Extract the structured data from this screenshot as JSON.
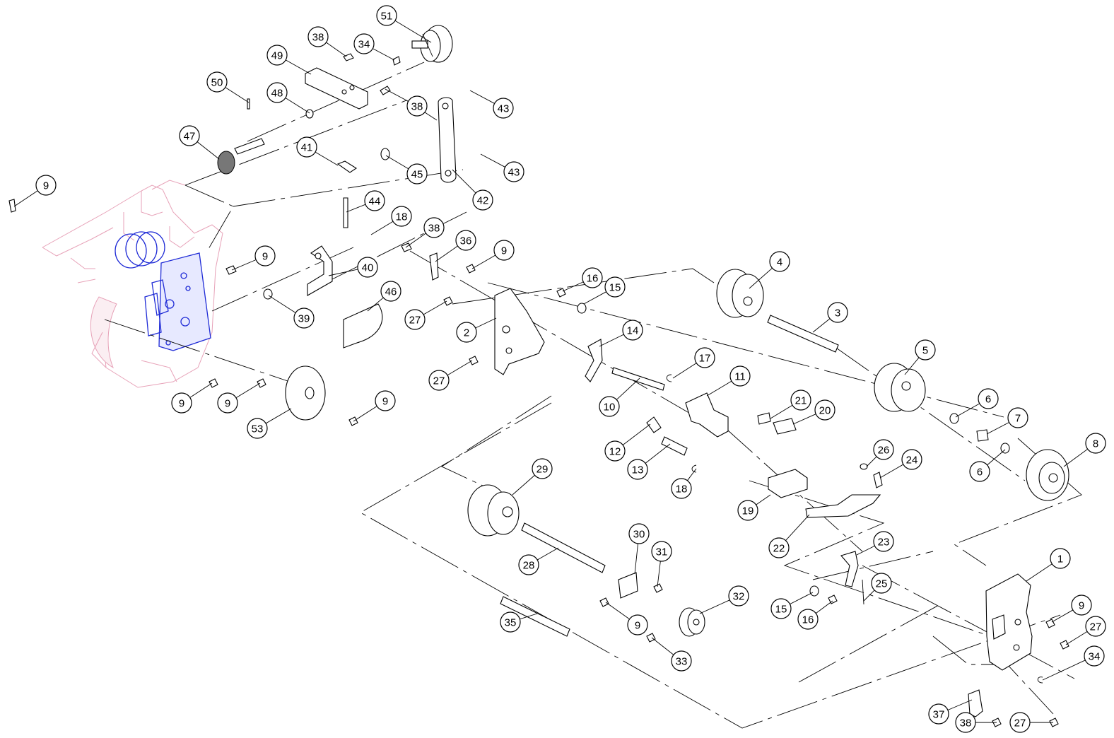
{
  "callouts": [
    {
      "id": "c51",
      "label": "51"
    },
    {
      "id": "c38a",
      "label": "38"
    },
    {
      "id": "c34a",
      "label": "34"
    },
    {
      "id": "c49",
      "label": "49"
    },
    {
      "id": "c50",
      "label": "50"
    },
    {
      "id": "c48",
      "label": "48"
    },
    {
      "id": "c38b",
      "label": "38"
    },
    {
      "id": "c43a",
      "label": "43"
    },
    {
      "id": "c47",
      "label": "47"
    },
    {
      "id": "c41",
      "label": "41"
    },
    {
      "id": "c45",
      "label": "45"
    },
    {
      "id": "c43b",
      "label": "43"
    },
    {
      "id": "c42",
      "label": "42"
    },
    {
      "id": "c9a",
      "label": "9"
    },
    {
      "id": "c44",
      "label": "44"
    },
    {
      "id": "c18a",
      "label": "18"
    },
    {
      "id": "c38c",
      "label": "38"
    },
    {
      "id": "c36",
      "label": "36"
    },
    {
      "id": "c9b",
      "label": "9"
    },
    {
      "id": "c9c",
      "label": "9"
    },
    {
      "id": "c40",
      "label": "40"
    },
    {
      "id": "c39",
      "label": "39"
    },
    {
      "id": "c46",
      "label": "46"
    },
    {
      "id": "c16a",
      "label": "16"
    },
    {
      "id": "c15a",
      "label": "15"
    },
    {
      "id": "c4",
      "label": "4"
    },
    {
      "id": "c3",
      "label": "3"
    },
    {
      "id": "c27a",
      "label": "27"
    },
    {
      "id": "c2",
      "label": "2"
    },
    {
      "id": "c14",
      "label": "14"
    },
    {
      "id": "c5",
      "label": "5"
    },
    {
      "id": "c27b",
      "label": "27"
    },
    {
      "id": "c17",
      "label": "17"
    },
    {
      "id": "c11",
      "label": "11"
    },
    {
      "id": "c10",
      "label": "10"
    },
    {
      "id": "c9d",
      "label": "9"
    },
    {
      "id": "c9e",
      "label": "9"
    },
    {
      "id": "c9f",
      "label": "9"
    },
    {
      "id": "c53",
      "label": "53"
    },
    {
      "id": "c21",
      "label": "21"
    },
    {
      "id": "c20",
      "label": "20"
    },
    {
      "id": "c6a",
      "label": "6"
    },
    {
      "id": "c7",
      "label": "7"
    },
    {
      "id": "c8",
      "label": "8"
    },
    {
      "id": "c6b",
      "label": "6"
    },
    {
      "id": "c12",
      "label": "12"
    },
    {
      "id": "c13",
      "label": "13"
    },
    {
      "id": "c26",
      "label": "26"
    },
    {
      "id": "c24",
      "label": "24"
    },
    {
      "id": "c18b",
      "label": "18"
    },
    {
      "id": "c29",
      "label": "29"
    },
    {
      "id": "c19",
      "label": "19"
    },
    {
      "id": "c22",
      "label": "22"
    },
    {
      "id": "c23",
      "label": "23"
    },
    {
      "id": "c30",
      "label": "30"
    },
    {
      "id": "c31",
      "label": "31"
    },
    {
      "id": "c28",
      "label": "28"
    },
    {
      "id": "c1",
      "label": "1"
    },
    {
      "id": "c32",
      "label": "32"
    },
    {
      "id": "c25",
      "label": "25"
    },
    {
      "id": "c15b",
      "label": "15"
    },
    {
      "id": "c16b",
      "label": "16"
    },
    {
      "id": "c9g",
      "label": "9"
    },
    {
      "id": "c27c",
      "label": "27"
    },
    {
      "id": "c9h",
      "label": "9"
    },
    {
      "id": "c35",
      "label": "35"
    },
    {
      "id": "c33",
      "label": "33"
    },
    {
      "id": "c34b",
      "label": "34"
    },
    {
      "id": "c37",
      "label": "37"
    },
    {
      "id": "c38d",
      "label": "38"
    },
    {
      "id": "c27d",
      "label": "27"
    }
  ]
}
